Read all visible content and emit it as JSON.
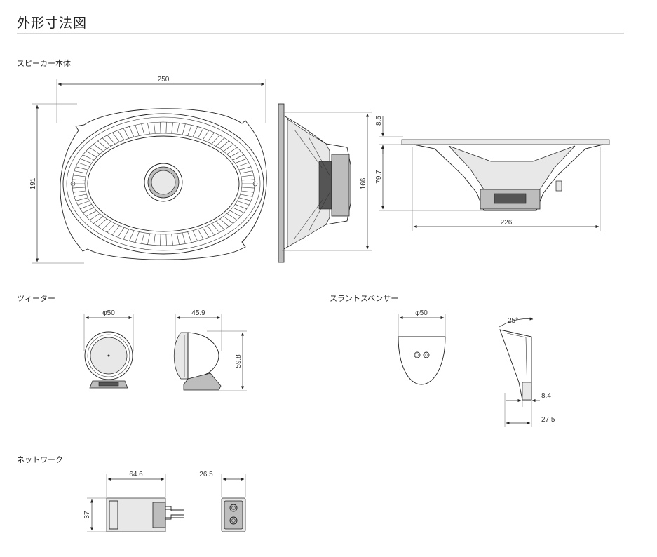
{
  "page": {
    "title": "外形寸法図"
  },
  "sections": {
    "speaker": "スピーカー本体",
    "tweeter": "ツィーター",
    "spacer": "スラントスペンサー",
    "network": "ネットワーク"
  },
  "dimensions": {
    "speaker_width": "250",
    "speaker_height": "191",
    "speaker_depth_total": "166",
    "speaker_flange": "8.5",
    "speaker_mount_depth": "79.7",
    "speaker_cutout": "226",
    "tweeter_diameter": "φ50",
    "tweeter_depth": "45.9",
    "tweeter_height": "59.8",
    "spacer_diameter": "φ50",
    "spacer_angle": "25°",
    "spacer_min": "8.4",
    "spacer_max": "27.5",
    "network_width": "64.6",
    "network_depth": "26.5",
    "network_height": "37"
  }
}
